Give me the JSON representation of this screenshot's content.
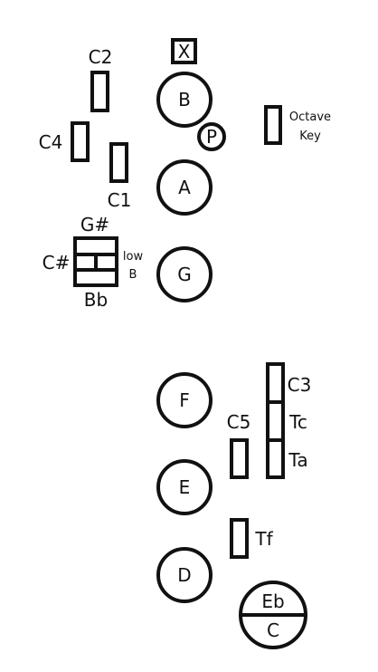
{
  "title": "",
  "keys": {
    "x": "X",
    "b": "B",
    "p": "P",
    "a": "A",
    "g": "G",
    "f": "F",
    "e": "E",
    "d": "D",
    "eb": "Eb",
    "c": "C"
  },
  "side_keys": {
    "c2": "C2",
    "c4": "C4",
    "c1": "C1",
    "g_sharp": "G#",
    "c_sharp": "C#",
    "b_flat": "Bb",
    "low_b_line1": "low",
    "low_b_line2": "B",
    "octave_line1": "Octave",
    "octave_line2": "Key",
    "c3": "C3",
    "tc": "Tc",
    "ta": "Ta",
    "c5": "C5",
    "tf": "Tf"
  },
  "colors": {
    "stroke": "#111111",
    "background": "#ffffff"
  }
}
